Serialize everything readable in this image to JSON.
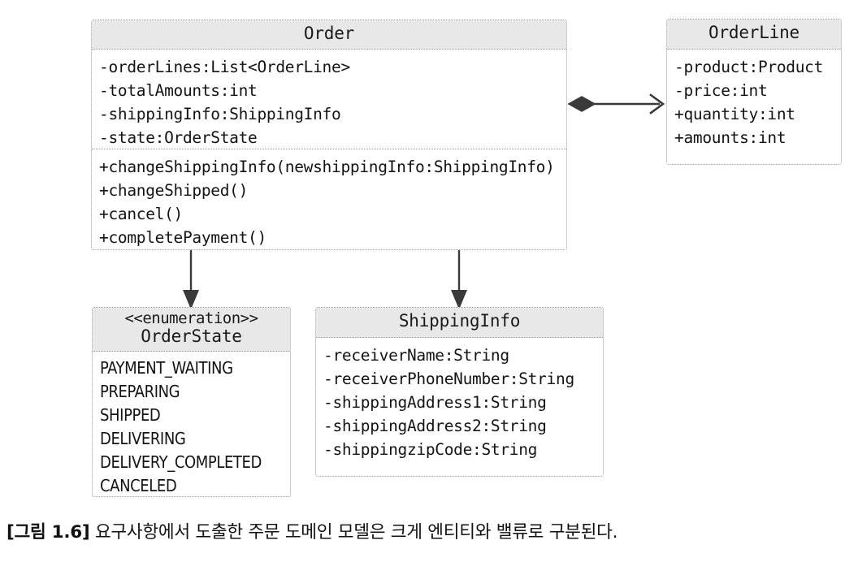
{
  "figure": {
    "caption_label": "[그림 1.6]",
    "caption_text": "요구사항에서 도출한 주문 도메인 모델은 크게 엔티티와 밸류로 구분된다.",
    "colors": {
      "header_fill": "#e8e8e8",
      "body_fill": "#ffffff",
      "border": "#9a9a9a",
      "connector": "#3a3a3a",
      "text": "#141414"
    }
  },
  "classes": {
    "order": {
      "name": "Order",
      "attributes": [
        "-orderLines:List<OrderLine>",
        "-totalAmounts:int",
        "-shippingInfo:ShippingInfo",
        "-state:OrderState"
      ],
      "methods": [
        "+changeShippingInfo(newshippingInfo:ShippingInfo)",
        "+changeShipped()",
        "+cancel()",
        "+completePayment()"
      ]
    },
    "order_line": {
      "name": "OrderLine",
      "attributes": [
        "-product:Product",
        "-price:int",
        "+quantity:int",
        "+amounts:int"
      ]
    },
    "order_state": {
      "stereotype": "<<enumeration>>",
      "name": "OrderState",
      "values": [
        "PAYMENT_WAITING",
        "PREPARING",
        "SHIPPED",
        "DELIVERING",
        "DELIVERY_COMPLETED",
        "CANCELED"
      ]
    },
    "shipping_info": {
      "name": "ShippingInfo",
      "attributes": [
        "-receiverName:String",
        "-receiverPhoneNumber:String",
        "-shippingAddress1:String",
        "-shippingAddress2:String",
        "-shippingzipCode:String"
      ]
    }
  },
  "relationships": [
    {
      "kind": "composition",
      "source": "Order",
      "target": "OrderLine",
      "source_decoration": "filled-diamond",
      "target_decoration": "open-arrow"
    },
    {
      "kind": "association",
      "source": "Order",
      "target": "OrderState",
      "source_decoration": "none",
      "target_decoration": "filled-arrow"
    },
    {
      "kind": "association",
      "source": "Order",
      "target": "ShippingInfo",
      "source_decoration": "none",
      "target_decoration": "filled-arrow"
    }
  ]
}
